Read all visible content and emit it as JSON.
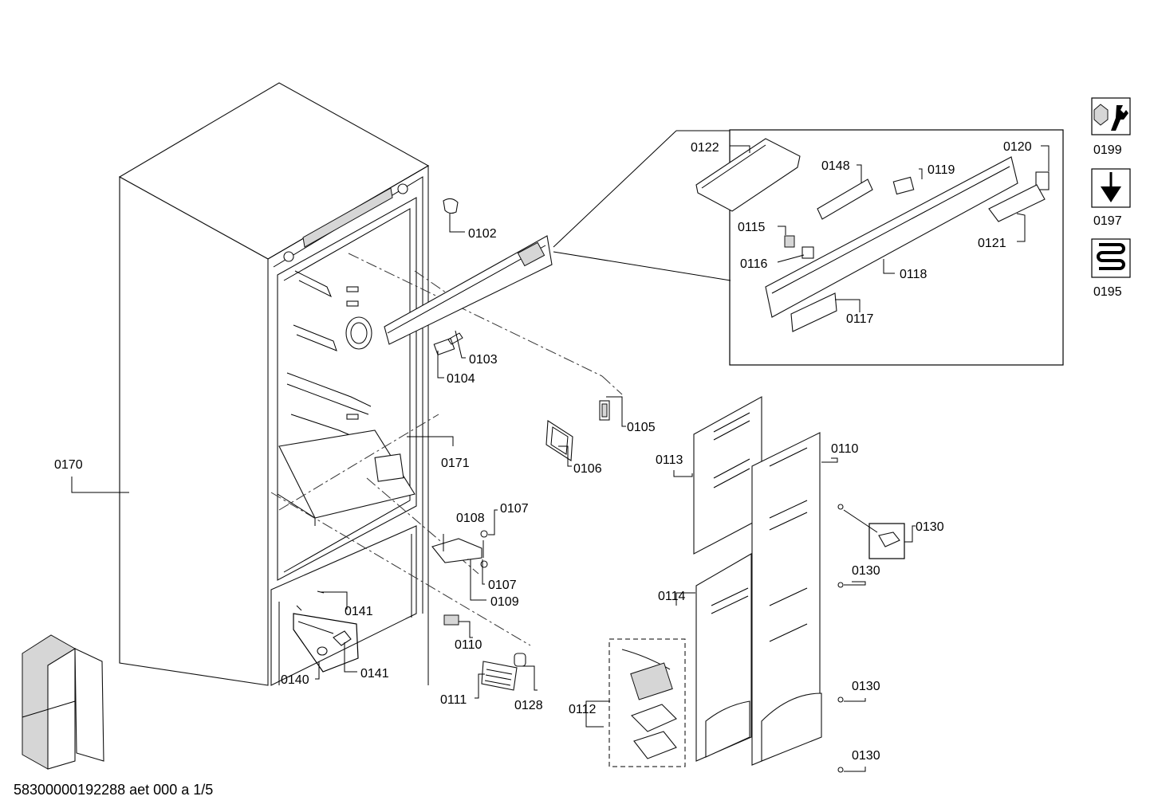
{
  "footer": {
    "document_code": "58300000192288 aet 000 a 1/5"
  },
  "callouts": {
    "p0102": "0102",
    "p0103": "0103",
    "p0104": "0104",
    "p0105": "0105",
    "p0106": "0106",
    "p0107a": "0107",
    "p0107b": "0107",
    "p0108": "0108",
    "p0109": "0109",
    "p0110a": "0110",
    "p0110b": "0110",
    "p0111": "0111",
    "p0112": "0112",
    "p0113": "0113",
    "p0114": "0114",
    "p0115": "0115",
    "p0116": "0116",
    "p0117": "0117",
    "p0118": "0118",
    "p0119": "0119",
    "p0120": "0120",
    "p0121": "0121",
    "p0122": "0122",
    "p0128": "0128",
    "p0130a": "0130",
    "p0130b": "0130",
    "p0130c": "0130",
    "p0130d": "0130",
    "p0140": "0140",
    "p0141a": "0141",
    "p0141b": "0141",
    "p0148": "0148",
    "p0170": "0170",
    "p0171": "0171"
  },
  "legend": {
    "tools": {
      "label": "0199",
      "icon": "wrench-nut-icon"
    },
    "screwdriver": {
      "label": "0197",
      "icon": "screwdriver-icon"
    },
    "heater": {
      "label": "0195",
      "icon": "heating-coil-icon"
    }
  }
}
